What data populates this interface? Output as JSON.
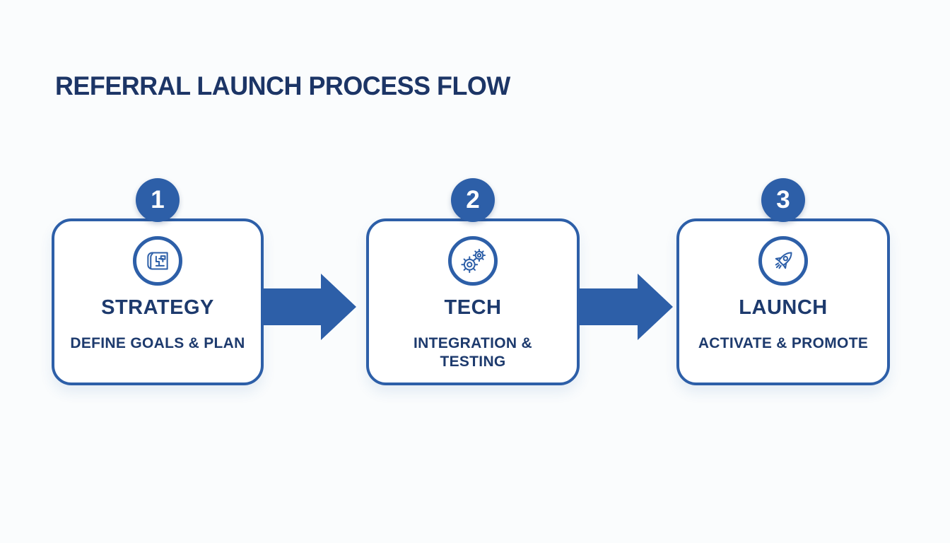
{
  "title": "REFERRAL LAUNCH PROCESS FLOW",
  "theme": {
    "primary_blue": "#2d5fa8",
    "navy_text": "#1d3a6d",
    "title_color": "#1c3566",
    "background": "#fafcfd",
    "box_background": "#ffffff",
    "badge_text_color": "#ffffff"
  },
  "steps": [
    {
      "number": "1",
      "icon": "blueprint-icon",
      "heading": "STRATEGY",
      "subtitle": "DEFINE GOALS & PLAN"
    },
    {
      "number": "2",
      "icon": "gears-icon",
      "heading": "TECH",
      "subtitle": "INTEGRATION &\nTESTING"
    },
    {
      "number": "3",
      "icon": "rocket-icon",
      "heading": "LAUNCH",
      "subtitle": "ACTIVATE & PROMOTE"
    }
  ],
  "connectors": [
    {
      "type": "arrow-right"
    },
    {
      "type": "arrow-right"
    }
  ]
}
